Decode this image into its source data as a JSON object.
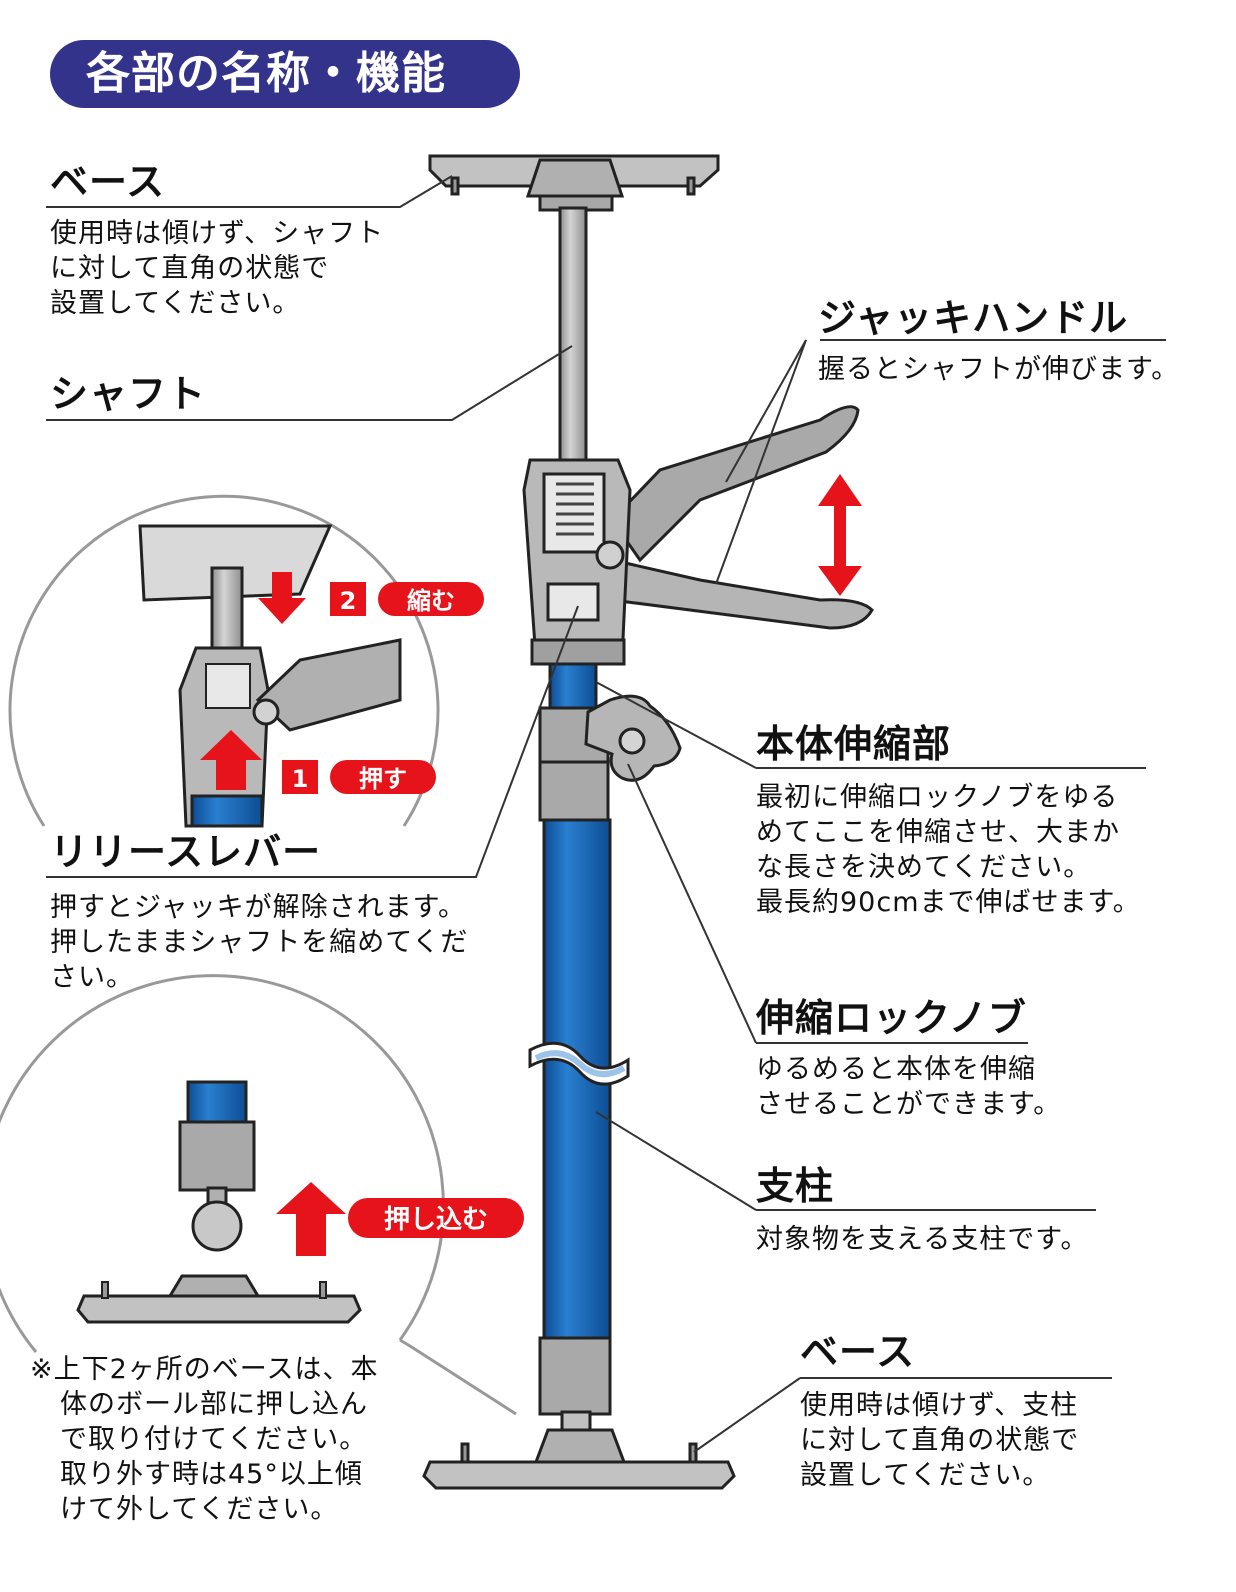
{
  "title": "各部の名称・機能",
  "parts": {
    "base_top": {
      "label": "ベース",
      "desc": [
        "使用時は傾けず、シャフト",
        "に対して直角の状態で",
        "設置してください。"
      ]
    },
    "shaft": {
      "label": "シャフト"
    },
    "jack_handle": {
      "label": "ジャッキハンドル",
      "desc": [
        "握るとシャフトが伸びます。"
      ]
    },
    "release_lever": {
      "label": "リリースレバー",
      "desc": [
        "押すとジャッキが解除されます。",
        "押したままシャフトを縮めてくだ",
        "さい。"
      ]
    },
    "body_extension": {
      "label": "本体伸縮部",
      "desc": [
        "最初に伸縮ロックノブをゆる",
        "めてここを伸縮させ、大まか",
        "な長さを決めてください。",
        "最長約90cmまで伸ばせます。"
      ]
    },
    "lock_knob": {
      "label": "伸縮ロックノブ",
      "desc": [
        "ゆるめると本体を伸縮",
        "させることができます。"
      ]
    },
    "pillar": {
      "label": "支柱",
      "desc": [
        "対象物を支える支柱です。"
      ]
    },
    "base_bottom": {
      "label": "ベース",
      "desc": [
        "使用時は傾けず、支柱",
        "に対して直角の状態で",
        "設置してください。"
      ]
    }
  },
  "inset_release": {
    "step1": {
      "number": "1",
      "text": "押す"
    },
    "step2": {
      "number": "2",
      "text": "縮む"
    }
  },
  "inset_base": {
    "badge": "押し込む",
    "note": [
      "※上下2ヶ所のベースは、本",
      "体のボール部に押し込ん",
      "で取り付けてください。",
      "取り外す時は45°以上傾",
      "けて外してください。"
    ]
  },
  "colors": {
    "title_bg": "#33338c",
    "tube_blue": "#1560b0",
    "badge_red": "#e6131a",
    "metal_gray": "#b8b8b8"
  }
}
